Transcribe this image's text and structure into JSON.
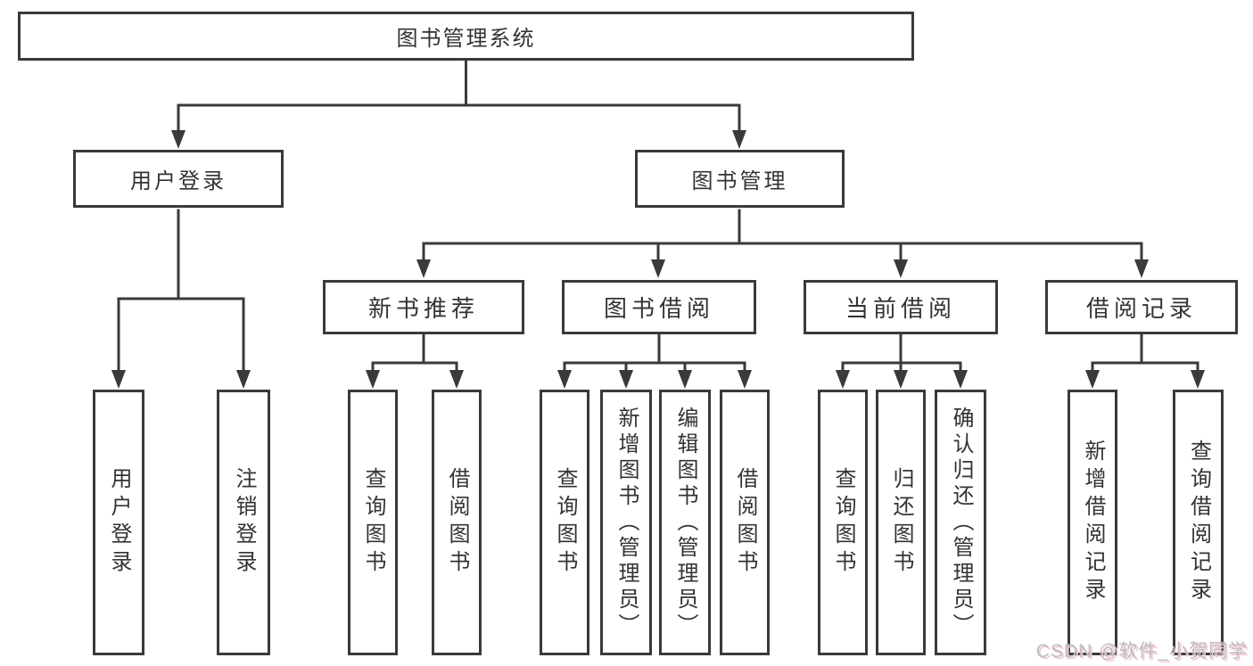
{
  "colors": {
    "line": "#3a3a3a",
    "border": "#3a3a3a",
    "text": "#333333",
    "background": "#ffffff",
    "watermark_text": "#bdbdbd",
    "watermark_shadow": "#f3c6ce"
  },
  "tree": {
    "label": "图书管理系统",
    "children": [
      {
        "label": "用户登录",
        "children": [
          {
            "label": "用户登录"
          },
          {
            "label": "注销登录"
          }
        ]
      },
      {
        "label": "图书管理",
        "children": [
          {
            "label": "新书推荐",
            "children": [
              {
                "label": "查询图书"
              },
              {
                "label": "借阅图书"
              }
            ]
          },
          {
            "label": "图书借阅",
            "children": [
              {
                "label": "查询图书"
              },
              {
                "label": "新增图书（管理员）"
              },
              {
                "label": "编辑图书（管理员）"
              },
              {
                "label": "借阅图书"
              }
            ]
          },
          {
            "label": "当前借阅",
            "children": [
              {
                "label": "查询图书"
              },
              {
                "label": "归还图书"
              },
              {
                "label": "确认归还（管理员）"
              }
            ]
          },
          {
            "label": "借阅记录",
            "children": [
              {
                "label": "新增借阅记录"
              },
              {
                "label": "查询借阅记录"
              }
            ]
          }
        ]
      }
    ]
  },
  "watermark": {
    "text": "CSDN @软件_小贺同学"
  }
}
